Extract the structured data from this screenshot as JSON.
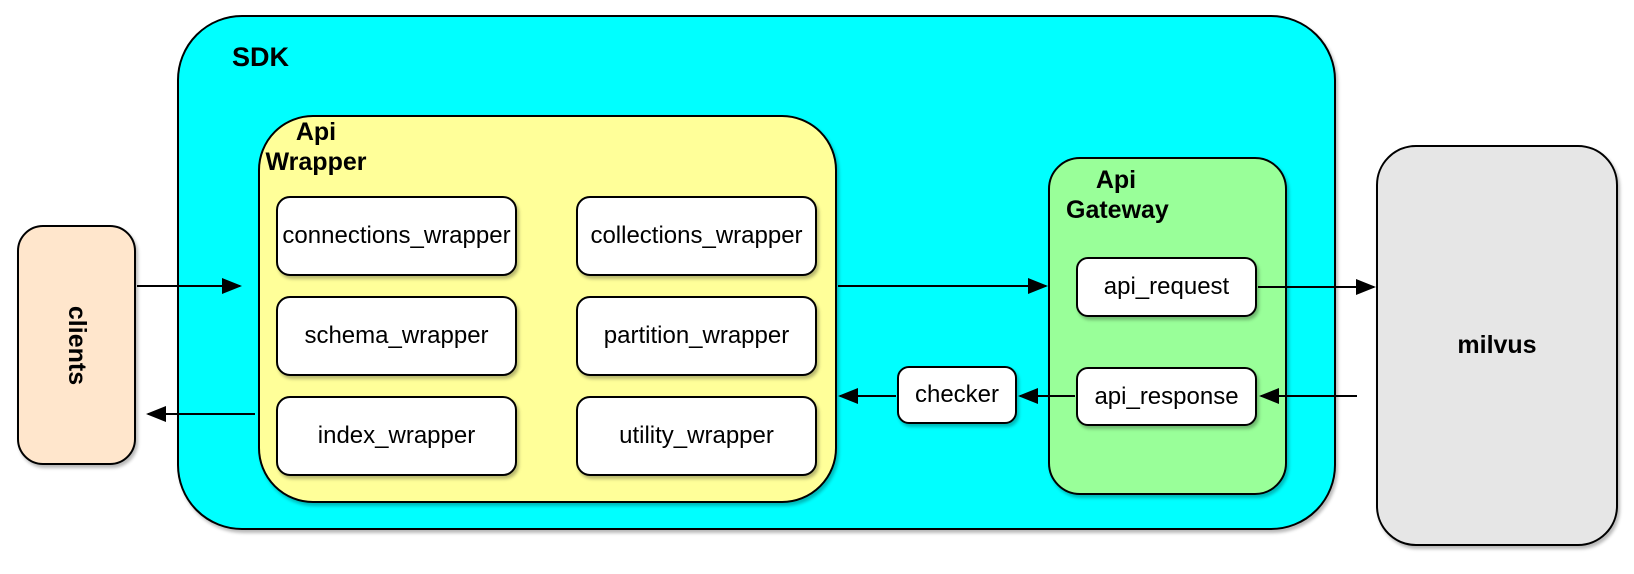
{
  "diagram": {
    "clients": {
      "label": "clients"
    },
    "sdk": {
      "label": "SDK",
      "api_wrapper": {
        "label": "Api\nWrapper",
        "boxes": [
          "connections_wrapper",
          "collections_wrapper",
          "schema_wrapper",
          "partition_wrapper",
          "index_wrapper",
          "utility_wrapper"
        ]
      },
      "checker": {
        "label": "checker"
      },
      "api_gateway": {
        "label": "Api\nGateway",
        "boxes": [
          "api_request",
          "api_response"
        ]
      }
    },
    "milvus": {
      "label": "milvus"
    },
    "edges": [
      {
        "from": "clients",
        "to": "sdk"
      },
      {
        "from": "api_wrapper",
        "to": "clients"
      },
      {
        "from": "api_wrapper",
        "to": "api_request"
      },
      {
        "from": "api_request",
        "to": "milvus"
      },
      {
        "from": "milvus",
        "to": "api_response"
      },
      {
        "from": "api_response",
        "to": "checker"
      },
      {
        "from": "checker",
        "to": "api_wrapper"
      }
    ],
    "colors": {
      "sdk_fill": "#00ffff",
      "api_wrapper_fill": "#ffff99",
      "api_gateway_fill": "#99ff99",
      "clients_fill": "#ffe6cc",
      "milvus_fill": "#e6e6e6",
      "box_fill": "#ffffff",
      "stroke": "#000000"
    }
  }
}
